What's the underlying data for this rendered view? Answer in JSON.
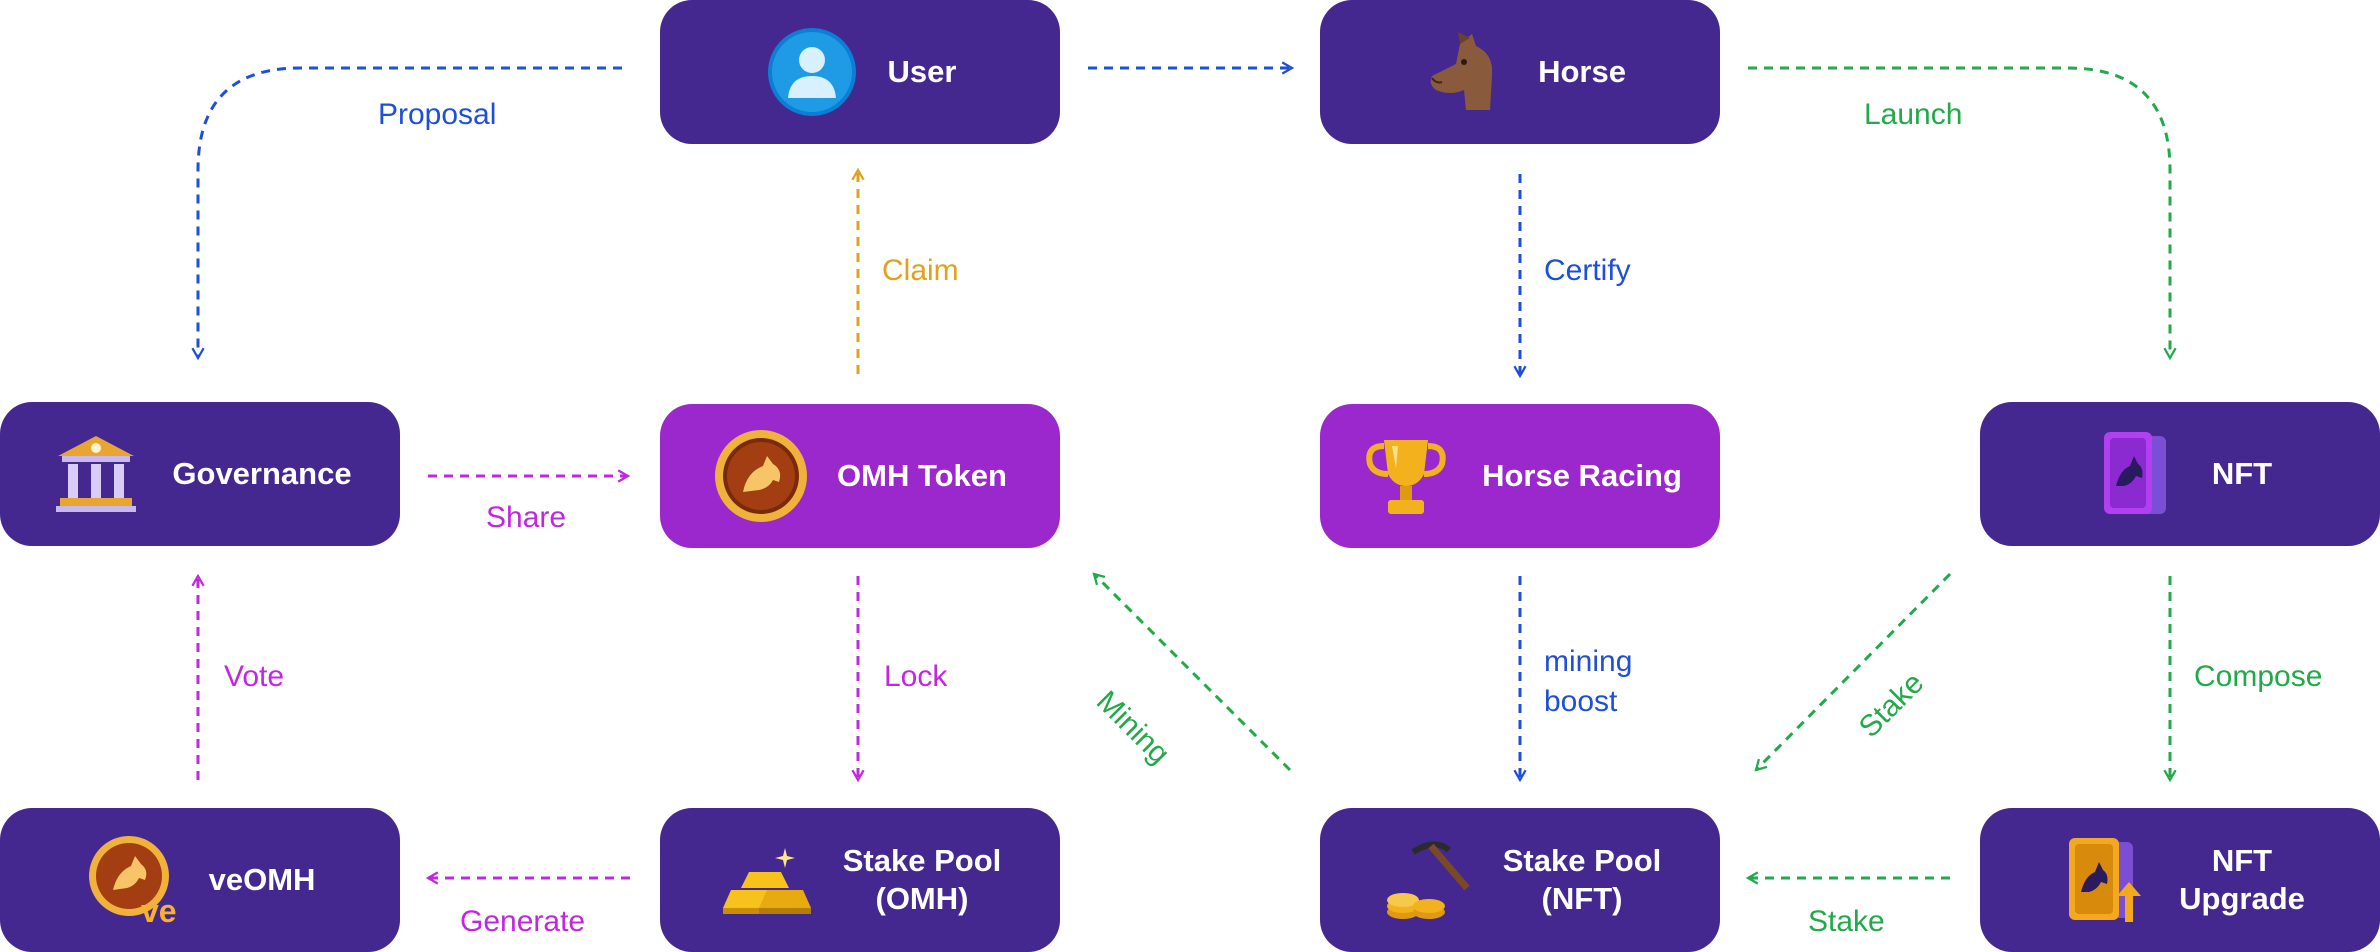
{
  "colors": {
    "node_dark": "#44288f",
    "node_highlight": "#9b28cd",
    "blue": "#1e4fd8",
    "green": "#22a94a",
    "magenta": "#c227e0",
    "gold": "#e0a21c"
  },
  "nodes": {
    "user": {
      "label": "User",
      "icon": "user-avatar-icon"
    },
    "horse": {
      "label": "Horse",
      "icon": "horse-head-icon"
    },
    "governance": {
      "label": "Governance",
      "icon": "bank-building-icon"
    },
    "omh_token": {
      "label": "OMH Token",
      "icon": "omh-coin-icon"
    },
    "horse_racing": {
      "label": "Horse Racing",
      "icon": "trophy-icon"
    },
    "nft": {
      "label": "NFT",
      "icon": "nft-card-icon"
    },
    "veomh": {
      "label": "veOMH",
      "icon": "veomh-coin-icon"
    },
    "stake_pool_omh": {
      "label": "Stake Pool\n(OMH)",
      "icon": "gold-bars-icon"
    },
    "stake_pool_nft": {
      "label": "Stake Pool\n(NFT)",
      "icon": "pickaxe-coins-icon"
    },
    "nft_upgrade": {
      "label": "NFT\nUpgrade",
      "icon": "nft-upgrade-icon"
    }
  },
  "edges": {
    "proposal": "Proposal",
    "launch": "Launch",
    "claim": "Claim",
    "certify": "Certify",
    "share": "Share",
    "vote": "Vote",
    "lock": "Lock",
    "mining": "Mining",
    "mining_boost": "mining\nboost",
    "stake_diag": "Stake",
    "compose": "Compose",
    "generate": "Generate",
    "stake_bottom": "Stake"
  }
}
